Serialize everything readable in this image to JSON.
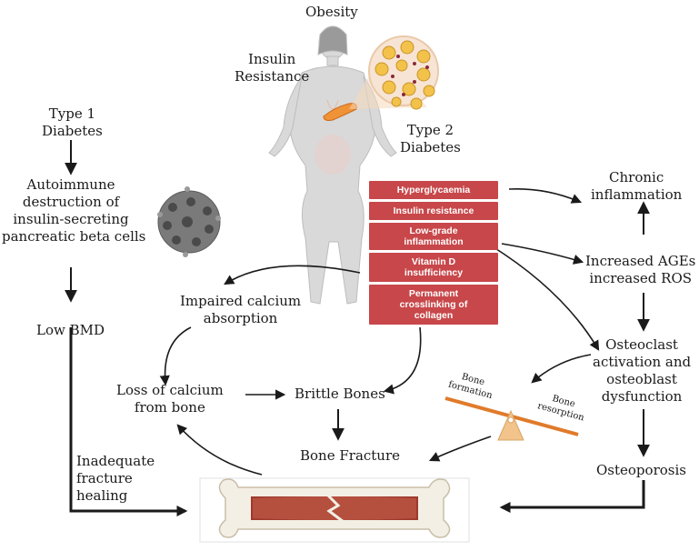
{
  "labels": {
    "obesity": "Obesity",
    "insulin_resistance": [
      "Insulin",
      "Resistance"
    ],
    "type2": [
      "Type 2",
      "Diabetes"
    ],
    "type1": [
      "Type 1",
      "Diabetes"
    ],
    "autoimmune": [
      "Autoimmune",
      "destruction of",
      "insulin-secreting",
      "pancreatic beta cells"
    ],
    "low_bmd": "Low BMD",
    "chronic_inflammation": [
      "Chronic",
      "inflammation"
    ],
    "ages_ros": [
      "Increased AGEs",
      "increased  ROS"
    ],
    "osteoclast": [
      "Osteoclast",
      "activation and",
      "osteoblast",
      "dysfunction"
    ],
    "osteoporosis": "Osteoporosis",
    "impaired_calcium": [
      "Impaired calcium",
      "absorption"
    ],
    "loss_calcium": [
      "Loss of calcium",
      "from bone"
    ],
    "brittle": "Brittle Bones",
    "fracture": "Bone Fracture",
    "inadequate": [
      "Inadequate",
      "fracture",
      "healing"
    ],
    "bone_formation": [
      "Bone",
      "formation"
    ],
    "bone_resorption": [
      "Bone",
      "resorption"
    ]
  },
  "boxes": [
    [
      "Hyperglycaemia"
    ],
    [
      "Insulin resistance"
    ],
    [
      "Low-grade",
      "inflammation"
    ],
    [
      "Vitamin D",
      "insufficiency"
    ],
    [
      "Permanent",
      "crosslinking of",
      "collagen"
    ]
  ],
  "colors": {
    "box": "#c8474a",
    "arrow": "#1a1a1a",
    "seesaw_beam": "#e07b2a",
    "fulcrum": "#f2c38b",
    "bone_fill": "#f3efe5",
    "marrow": "#9e3a2d",
    "body": "#d9d9d9"
  },
  "icons": [
    "woman-silhouette-icon",
    "adipose-tissue-icon",
    "pancreas-icon",
    "beta-cell-cluster-icon",
    "seesaw-icon",
    "fractured-bone-icon"
  ]
}
